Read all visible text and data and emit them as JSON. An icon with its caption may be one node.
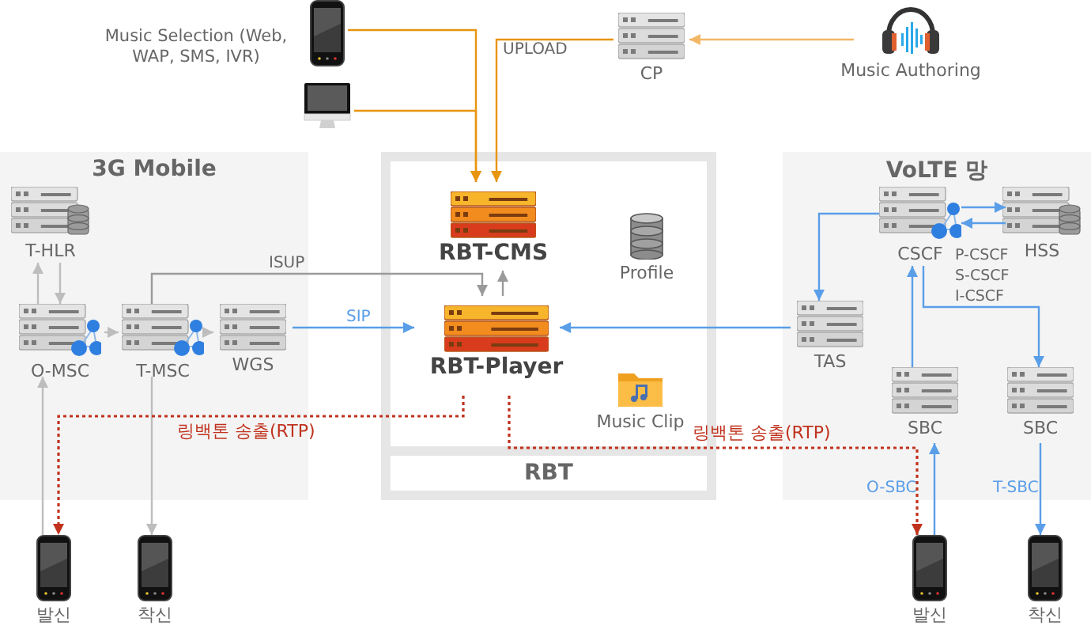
{
  "diagram": {
    "nodes": [
      {
        "text": [
          "3G Mobile"
        ]
      },
      {
        "text": [
          "T-HLR"
        ],
        "in": 0
      },
      {
        "text": [
          "O-MSC"
        ],
        "in": 0
      },
      {
        "text": [
          "T-MSC"
        ],
        "in": 0
      },
      {
        "text": [
          "WGS"
        ],
        "in": 0
      },
      {
        "text": [
          "RBT"
        ]
      },
      {
        "text": [
          "RBT-CMS"
        ],
        "in": 5
      },
      {
        "text": [
          "Profile"
        ],
        "in": 5
      },
      {
        "text": [
          "RBT-Player"
        ],
        "in": 5
      },
      {
        "text": [
          "Music Clip"
        ],
        "in": 5
      },
      {
        "text": [
          "VoLTE 망"
        ]
      },
      {
        "text": [
          "CSCF"
        ],
        "in": 10,
        "beside": [
          "P-CSCF S-CSCF I-CSCF"
        ]
      },
      {
        "text": [
          "HSS"
        ],
        "in": 10
      },
      {
        "text": [
          "TAS"
        ],
        "in": 10
      },
      {
        "text": [
          "SBC"
        ],
        "in": 10
      },
      {
        "text": [
          "SBC"
        ],
        "in": 10
      },
      {
        "text": [],
        "shape": "picture",
        "beside": [
          "Music Selection (Web, WAP, SMS, IVR)"
        ]
      },
      {
        "text": [],
        "shape": "picture"
      },
      {
        "text": [
          "CP"
        ]
      },
      {
        "text": [
          "Music Authoring"
        ]
      },
      {
        "text": [
          "발신"
        ]
      },
      {
        "text": [
          "착신"
        ]
      },
      {
        "text": [
          "발신"
        ]
      },
      {
        "text": [
          "착신"
        ]
      }
    ],
    "edges": [
      {
        "from": 16,
        "to": 6,
        "arrow": "to",
        "color": "#e8950f"
      },
      {
        "from": 17,
        "to": 6,
        "arrow": "to",
        "color": "#e8950f"
      },
      {
        "from": 18,
        "to": 6,
        "arrow": "to",
        "label": "UPLOAD",
        "color": "#e8950f"
      },
      {
        "from": 19,
        "to": 18,
        "arrow": "to",
        "color": "#f2b766"
      },
      {
        "from": 2,
        "to": 1,
        "arrow": "to",
        "color": "#bdbdbd"
      },
      {
        "from": 1,
        "to": 2,
        "arrow": "to",
        "color": "#bdbdbd"
      },
      {
        "from": 2,
        "to": 3,
        "arrow": "to",
        "color": "#bdbdbd"
      },
      {
        "from": 3,
        "to": 4,
        "arrow": "to",
        "color": "#bdbdbd"
      },
      {
        "from": 3,
        "to": 8,
        "arrow": "to",
        "label": "ISUP",
        "color": "#9a9a9a"
      },
      {
        "from": 8,
        "to": 6,
        "arrow": "to",
        "color": "#9a9a9a"
      },
      {
        "from": 4,
        "to": 8,
        "arrow": "to",
        "label": "SIP"
      },
      {
        "from": 13,
        "to": 8,
        "arrow": "to"
      },
      {
        "from": 11,
        "to": 13,
        "arrow": "to"
      },
      {
        "from": 11,
        "to": 12,
        "arrow": "to"
      },
      {
        "from": 12,
        "to": 11,
        "arrow": "to"
      },
      {
        "from": 14,
        "to": 11,
        "arrow": "to"
      },
      {
        "from": 11,
        "to": 15,
        "arrow": "to"
      },
      {
        "from": 22,
        "to": 14,
        "arrow": "to",
        "label": "O-SBC"
      },
      {
        "from": 15,
        "to": 23,
        "arrow": "to",
        "label": "T-SBC"
      },
      {
        "from": 20,
        "to": 2,
        "arrow": "to",
        "color": "#bdbdbd"
      },
      {
        "from": 3,
        "to": 21,
        "arrow": "to",
        "color": "#bdbdbd"
      },
      {
        "from": 8,
        "to": 20,
        "arrow": "to",
        "label": "링백톤 송출(RTP)",
        "style": "dashed",
        "color": "#c0321e"
      },
      {
        "from": 8,
        "to": 22,
        "arrow": "to",
        "label": "링백톤 송출(RTP)",
        "style": "dashed",
        "color": "#c0321e"
      }
    ]
  }
}
